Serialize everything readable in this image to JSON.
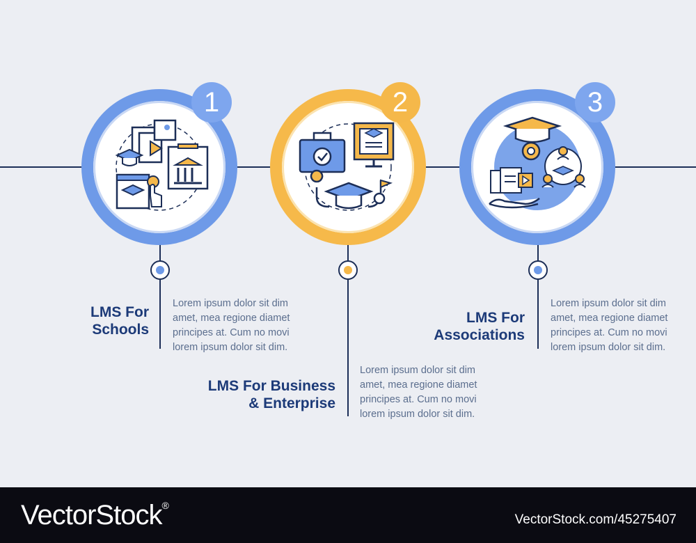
{
  "steps": [
    {
      "number": "1",
      "title_line1": "LMS For",
      "title_line2": "Schools",
      "description": [
        "Lorem ipsum dolor sit dim",
        "amet, mea regione diamet",
        "principes at. Cum no movi",
        "lorem ipsum dolor sit dim."
      ],
      "ring_color": "#6E9AE8",
      "badge_color": "#7EA6EE",
      "dot_color": "#6E9AE8",
      "icon": "schools-education-icon"
    },
    {
      "number": "2",
      "title_line1": "LMS For Business",
      "title_line2": "& Enterprise",
      "description": [
        "Lorem ipsum dolor sit dim",
        "amet, mea regione diamet",
        "principes at. Cum no movi",
        "lorem ipsum dolor sit dim."
      ],
      "ring_color": "#F6B94A",
      "badge_color": "#F5B84A",
      "dot_color": "#F5B84A",
      "icon": "business-briefcase-icon"
    },
    {
      "number": "3",
      "title_line1": "LMS For",
      "title_line2": "Associations",
      "description": [
        "Lorem ipsum dolor sit dim",
        "amet, mea regione diamet",
        "principes at. Cum no movi",
        "lorem ipsum dolor sit dim."
      ],
      "ring_color": "#6E9AE8",
      "badge_color": "#7EA6EE",
      "dot_color": "#6E9AE8",
      "icon": "associations-network-icon"
    }
  ],
  "footer": {
    "brand": "VectorStock",
    "brand_mark": "®",
    "stock_id": "VectorStock.com/45275407"
  },
  "colors": {
    "background": "#ECEEF3",
    "navy": "#1C2E57",
    "title": "#1C3A78",
    "body_text": "#5B6E8E"
  }
}
